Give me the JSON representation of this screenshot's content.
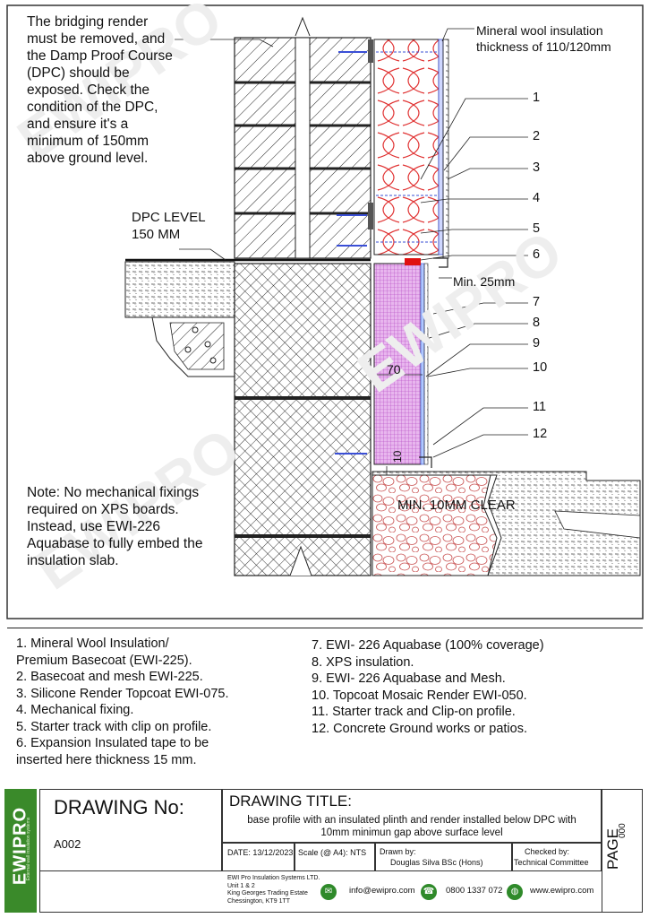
{
  "notes": {
    "top": "The bridging render\nmust be removed, and\nthe Damp Proof Course\n(DPC) should be\nexposed. Check the\ncondition of the DPC,\nand ensure it's a\nminimum of 150mm\nabove ground level.",
    "bottom": "Note: No mechanical fixings\nrequired on XPS boards.\nInstead, use EWI-226\nAquabase to fully embed the\ninsulation slab."
  },
  "labels": {
    "dpc_level": "DPC LEVEL\n150 MM",
    "mineral_wool": "Mineral wool insulation\nthickness of 110/120mm",
    "min_25": "Min. 25mm",
    "min_clear": "MIN. 10MM CLEAR",
    "dim_70": "70",
    "dim_10": "10"
  },
  "callouts": [
    "1",
    "2",
    "3",
    "4",
    "5",
    "6",
    "7",
    "8",
    "9",
    "10",
    "11",
    "12"
  ],
  "legend": {
    "left": [
      "1. Mineral Wool Insulation/\nPremium Basecoat (EWI-225).",
      "2. Basecoat and mesh EWI-225.",
      "3. Silicone Render Topcoat EWI-075.",
      "4. Mechanical fixing.",
      "5. Starter track with clip on profile.",
      "6. Expansion Insulated tape to be\ninserted here thickness 15 mm."
    ],
    "right": [
      "7. EWI- 226 Aquabase (100% coverage)",
      "8. XPS insulation.",
      "9.   EWI- 226 Aquabase and Mesh.",
      "10. Topcoat Mosaic Render EWI-050.",
      "11.  Starter track and Clip-on profile.",
      "12.  Concrete Ground works or patios."
    ]
  },
  "titleblock": {
    "brand": "EWIPRO",
    "brand_sub": "External wall insulation systems",
    "drawing_no_label": "DRAWING No:",
    "drawing_no": "A002",
    "drawing_title_label": "DRAWING TITLE:",
    "drawing_title": "base profile with an insulated plinth and render installed below DPC with\n10mm minimun gap above surface level",
    "date": "DATE: 13/12/2023",
    "scale": "Scale (@ A4): NTS",
    "drawn_by_label": "Drawn by:",
    "drawn_by": "Douglas Silva BSc (Hons)",
    "checked_by_label": "Checked by:",
    "checked_by": "Technical Committee",
    "company": "EWI Pro Insulation Systems LTD.\nUnit 1 & 2\nKing Georges Trading Estate\nChessington, KT9 1TT",
    "email": "info@ewipro.com",
    "phone": "0800 1337 072",
    "web": "www.ewipro.com",
    "page_label": "PAGE",
    "page_no": "000"
  },
  "colors": {
    "brand_green": "#3a8a2a",
    "insulation_red": "#d21e1e",
    "xps_magenta": "#c23cc2",
    "fixing_blue": "#3a4fd6",
    "tape_red": "#e01010"
  }
}
